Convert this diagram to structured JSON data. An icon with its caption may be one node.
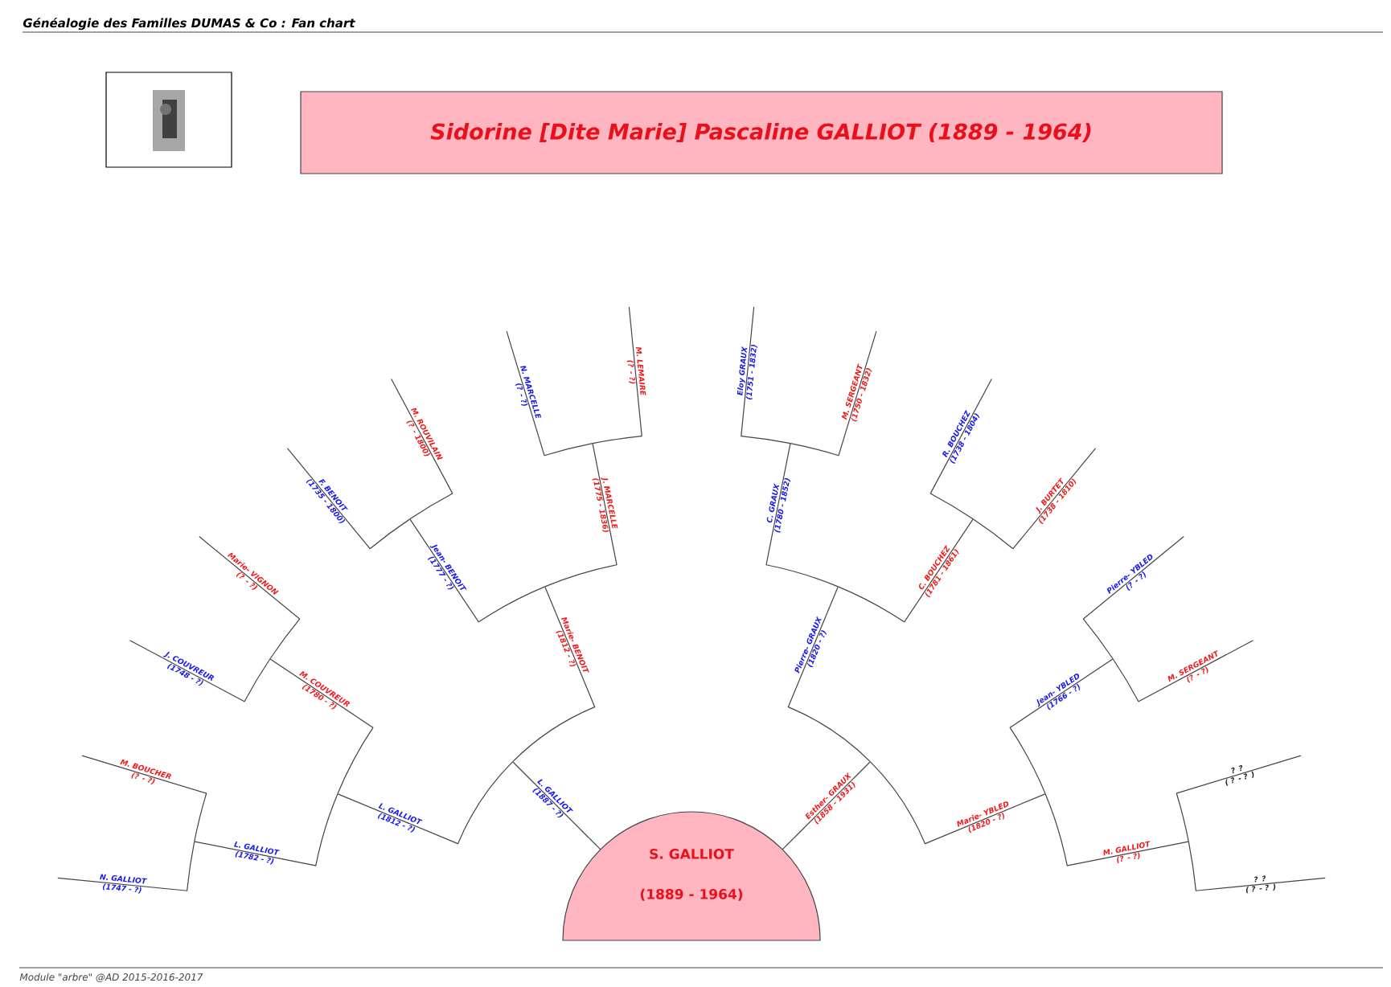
{
  "diagram": {
    "title": "Généalogie des Familles DUMAS & Co : Fan chart",
    "nodes": [
      {
        "text": [
          "Sidorine [Dite Marie] Pascaline GALLIOT  (1889 - 1964)"
        ]
      },
      {
        "text": [],
        "shape": "picture"
      },
      {
        "text": [
          "S. GALLIOT",
          "(1889 - 1964)"
        ]
      },
      {
        "text": [
          "L. GALLIOT",
          "(1887 - ?)"
        ]
      },
      {
        "text": [
          "Esther- GRAUX",
          "(1858 - 1931)"
        ]
      },
      {
        "text": [
          "L. GALLIOT",
          "(1812 - ?)"
        ]
      },
      {
        "text": [
          "Marie- BENOIT",
          "(1812 - ?)"
        ]
      },
      {
        "text": [
          "Pierre- GRAUX",
          "(1820 - ?)"
        ]
      },
      {
        "text": [
          "Marie- YBLED",
          "(1820 - ?)"
        ]
      },
      {
        "text": [
          "L. GALLIOT",
          "(1782 - ?)"
        ]
      },
      {
        "text": [
          "M. COUVREUR",
          "(1780 - ?)"
        ]
      },
      {
        "text": [
          "Jean- BENOIT",
          "(1777 - ?)"
        ]
      },
      {
        "text": [
          "J. MARCELLE",
          "(1775 - 1836)"
        ]
      },
      {
        "text": [
          "C. GRAUX",
          "(1780 - 1852)"
        ]
      },
      {
        "text": [
          "C. BOUCHEZ",
          "(1781 - 1861)"
        ]
      },
      {
        "text": [
          "Jean- YBLED",
          "(1766 - ?)"
        ]
      },
      {
        "text": [
          "M. GALLIOT",
          "(? - ?)"
        ]
      },
      {
        "text": [
          "N. GALLIOT",
          "(1747 - ?)"
        ]
      },
      {
        "text": [
          "M. BOUCHER",
          "(? - ?)"
        ]
      },
      {
        "text": [
          "J. COUVREUR",
          "(1748 - ?)"
        ]
      },
      {
        "text": [
          "Marie- VIGNON",
          "(? - ?)"
        ]
      },
      {
        "text": [
          "F. BENOIT",
          "(1735 - 1800)"
        ]
      },
      {
        "text": [
          "M. ROUVILAIN",
          "(? - 1800)"
        ]
      },
      {
        "text": [
          "N. MARCELLE",
          "(? - ?)"
        ]
      },
      {
        "text": [
          "M. LEMAIRE",
          "(? - ?)"
        ]
      },
      {
        "text": [
          "Eloy GRAUX",
          "(1751 - 1832)"
        ]
      },
      {
        "text": [
          "M. SERGEANT",
          "(1750 - 1832)"
        ]
      },
      {
        "text": [
          "R. BOUCHEZ",
          "(1738 - 1804)"
        ]
      },
      {
        "text": [
          "J. BURTET",
          "(1738 - 1810)"
        ]
      },
      {
        "text": [
          "Pierre- YBLED",
          "(? - ?)"
        ]
      },
      {
        "text": [
          "M. SERGEANT",
          "(? - ?)"
        ]
      },
      {
        "text": [
          "? ?",
          "( ? - ? )"
        ]
      },
      {
        "text": [
          "? ?",
          "( ? - ? )"
        ]
      }
    ],
    "edges": [
      {
        "from": 2,
        "to": 3,
        "arrow": "none"
      },
      {
        "from": 2,
        "to": 4,
        "arrow": "none"
      },
      {
        "from": 3,
        "to": 5,
        "arrow": "none"
      },
      {
        "from": 3,
        "to": 6,
        "arrow": "none"
      },
      {
        "from": 4,
        "to": 7,
        "arrow": "none"
      },
      {
        "from": 4,
        "to": 8,
        "arrow": "none"
      },
      {
        "from": 5,
        "to": 9,
        "arrow": "none"
      },
      {
        "from": 5,
        "to": 10,
        "arrow": "none"
      },
      {
        "from": 6,
        "to": 11,
        "arrow": "none"
      },
      {
        "from": 6,
        "to": 12,
        "arrow": "none"
      },
      {
        "from": 7,
        "to": 13,
        "arrow": "none"
      },
      {
        "from": 7,
        "to": 14,
        "arrow": "none"
      },
      {
        "from": 8,
        "to": 15,
        "arrow": "none"
      },
      {
        "from": 8,
        "to": 16,
        "arrow": "none"
      },
      {
        "from": 9,
        "to": 17,
        "arrow": "none"
      },
      {
        "from": 9,
        "to": 18,
        "arrow": "none"
      },
      {
        "from": 10,
        "to": 19,
        "arrow": "none"
      },
      {
        "from": 10,
        "to": 20,
        "arrow": "none"
      },
      {
        "from": 11,
        "to": 21,
        "arrow": "none"
      },
      {
        "from": 11,
        "to": 22,
        "arrow": "none"
      },
      {
        "from": 12,
        "to": 23,
        "arrow": "none"
      },
      {
        "from": 12,
        "to": 24,
        "arrow": "none"
      },
      {
        "from": 13,
        "to": 25,
        "arrow": "none"
      },
      {
        "from": 13,
        "to": 26,
        "arrow": "none"
      },
      {
        "from": 14,
        "to": 27,
        "arrow": "none"
      },
      {
        "from": 14,
        "to": 28,
        "arrow": "none"
      },
      {
        "from": 15,
        "to": 29,
        "arrow": "none"
      },
      {
        "from": 15,
        "to": 30,
        "arrow": "none"
      },
      {
        "from": 16,
        "to": 31,
        "arrow": "none"
      },
      {
        "from": 16,
        "to": 32,
        "arrow": "none"
      }
    ],
    "labels": [
      "Module \"arbre\" @AD 2015-2016-2017"
    ]
  }
}
